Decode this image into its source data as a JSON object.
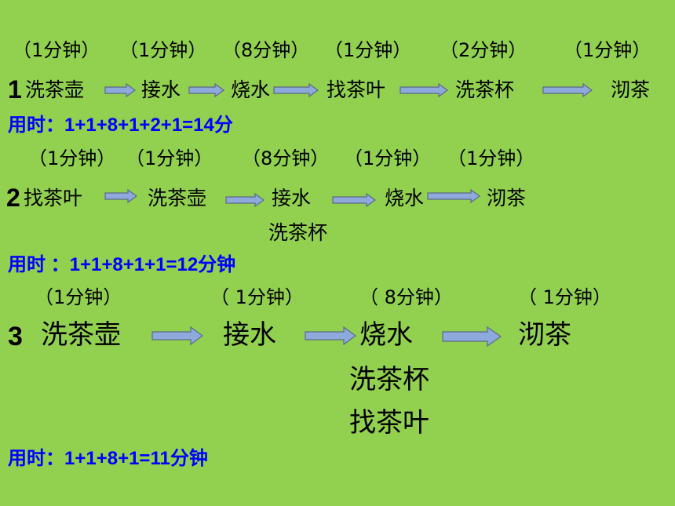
{
  "colors": {
    "background": "#92D050",
    "time_text": "#0000FF",
    "arrow_fill": "#8EA9DB",
    "arrow_stroke": "#5B6A88"
  },
  "plan1": {
    "number": "1",
    "durations": [
      "（1分钟）",
      "（1分钟）",
      "（8分钟）",
      "（1分钟）",
      "（2分钟）",
      "（1分钟）"
    ],
    "steps": [
      "洗茶壶",
      "接水",
      "烧水",
      "找茶叶",
      "洗茶杯",
      "沏茶"
    ],
    "time_label": "用时：1+1+8+1+2+1=14分"
  },
  "plan2": {
    "number": "2",
    "durations": [
      "（1分钟）",
      "（1分钟）",
      "（8分钟）",
      "（1分钟）",
      "（1分钟）"
    ],
    "steps": [
      "找茶叶",
      "洗茶壶",
      "接水",
      "烧水",
      "沏茶"
    ],
    "parallel_step": "洗茶杯",
    "time_label": "用时 ：1+1+8+1+1=12分钟"
  },
  "plan3": {
    "number": "3",
    "durations": [
      "（1分钟）",
      "（ 1分钟）",
      "（ 8分钟）",
      "（ 1分钟）"
    ],
    "steps": [
      "洗茶壶",
      "接水",
      "烧水",
      "沏茶"
    ],
    "parallel_steps": [
      "洗茶杯",
      "找茶叶"
    ],
    "time_label": "用时：1+1+8+1=11分钟"
  }
}
